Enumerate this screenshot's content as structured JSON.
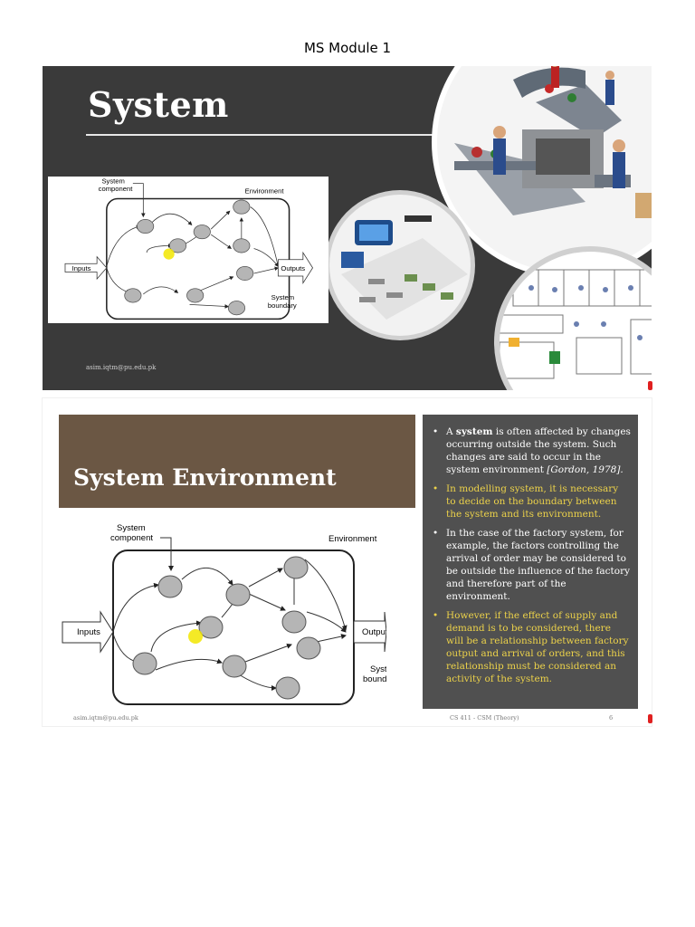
{
  "document": {
    "header": "MS Module 1"
  },
  "slide1": {
    "title": "System",
    "footer_email": "asim.iqtm@pu.edu.pk",
    "diagram": {
      "system_component": "System\ncomponent",
      "environment": "Environment",
      "inputs": "Inputs",
      "outputs": "Outputs",
      "system_boundary": "System\nboundary"
    }
  },
  "slide2": {
    "title": "System Environment",
    "diagram": {
      "system_component": "System\ncomponent",
      "environment": "Environment",
      "inputs": "Inputs",
      "outputs": "Outputs",
      "system_boundary": "System\nboundary"
    },
    "bullets": [
      {
        "pre": "A ",
        "bold": "system",
        "post": " is often affected by changes occurring outside the system. Such changes are said to occur in the system environment ",
        "italic": "[Gordon, 1978].",
        "color": "white"
      },
      {
        "text": "In modelling system, it is necessary to decide on the boundary between the system and its environment.",
        "color": "yellow"
      },
      {
        "text": "In the case of the factory system, for example, the factors controlling the arrival of order may be considered to be outside the influence of the factory and therefore part of the environment.",
        "color": "white"
      },
      {
        "text": "However, if the effect of supply and demand is to be considered, there will be a relationship between factory output and arrival of orders, and this relationship must be considered an activity of the system.",
        "color": "yellow"
      }
    ],
    "footer_email": "asim.iqtm@pu.edu.pk",
    "footer_course": "CS 411 - CSM (Theory)",
    "page_number": "6"
  },
  "colors": {
    "slide1_bg": "#3a3a3a",
    "title_box": "#6b5744",
    "bullets_box": "#505050",
    "highlight_yellow": "#ecd24a",
    "cursor_highlight": "#f2e600"
  }
}
